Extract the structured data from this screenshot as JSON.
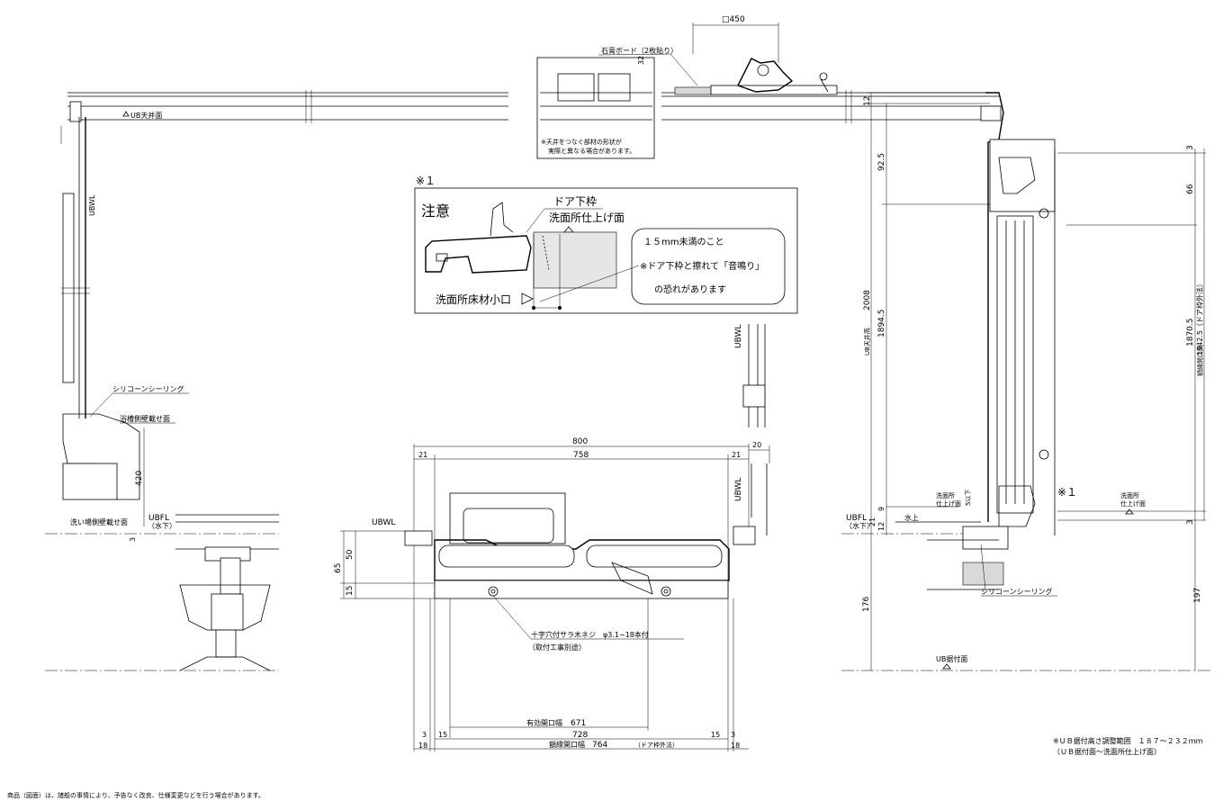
{
  "top_detail": {
    "size_label": "□450",
    "board_label": "石膏ボード（2枚貼り）",
    "dim_32": "32",
    "note": "※天井をつなぐ部材の形状が",
    "note2": "実際と異なる場合があります。"
  },
  "left_section": {
    "ub_ceiling": "UB天井面",
    "ubwl": "UBWL",
    "silicone": "シリコーンシーリング",
    "tub_surface": "浴槽側壁載せ面",
    "dim_420": "420",
    "ubfl": "UBFL",
    "mizushita": "（水下）",
    "wash_surface": "洗い場側壁載せ面",
    "dim_3": "3"
  },
  "caution_box": {
    "marker": "※１",
    "title": "注意",
    "door_frame": "ドア下枠",
    "wash_finish": "洗面所仕上げ面",
    "note1": "１５mm未満のこと",
    "note2": "※ドア下枠と擦れて「音鳴り」",
    "note3": "の恐れがあります",
    "floor_edge": "洗面所床材小口"
  },
  "plan_view": {
    "dim_800": "800",
    "dim_758": "758",
    "dim_21_left": "21",
    "dim_21_right": "21",
    "dim_20": "20",
    "ubwl_top": "UBWL",
    "ubwl_mid": "UBWL",
    "ubwl_left": "UBWL",
    "dim_65": "65",
    "dim_50": "50",
    "dim_15": "15",
    "screw_label": "十字穴付サラ木ネジ　φ3.1−18本付",
    "screw_note": "（取付工事別途）",
    "effective_label": "有効開口幅",
    "dim_671": "671",
    "dim_728": "728",
    "frame_label": "額縁開口幅",
    "dim_764": "764",
    "outer_label": "（ドア枠外法）",
    "dim_3_left": "3",
    "dim_15_left": "15",
    "dim_18_left": "18",
    "dim_15_right": "15",
    "dim_3_right": "3",
    "dim_18_right": "18"
  },
  "right_section": {
    "dim_12": "12",
    "dim_92_5": "92.5",
    "dim_2008": "2008",
    "ub_ceiling_label": "UB天井高",
    "dim_1894_5": "1894.5",
    "dim_3_top": "3",
    "dim_66": "66",
    "dim_1942_5": "1942.5（ドア枠外法）",
    "frame_height": "額縁開口高",
    "dim_1870_5": "1870.5",
    "marker": "※１",
    "wash_finish": "洗面所",
    "wash_finish2": "仕上げ面",
    "wash_finish_b": "洗面所",
    "wash_finish_b2": "仕上げ面",
    "dim_below_5": "5以下",
    "ubfl": "UBFL",
    "mizushita": "（水下）",
    "mizukami": "水上",
    "dim_9": "9",
    "dim_21": "21",
    "dim_12b": "12",
    "dim_3_bottom": "3",
    "silicone": "シリコーンシーリング",
    "dim_176": "176",
    "dim_197": "197",
    "ub_base": "UB据付面"
  },
  "footer": {
    "adjust_note": "※ＵＢ据付高さ調整範囲　１８７〜２３２ｍｍ",
    "adjust_note2": "（ＵＢ据付面〜洗面所仕上げ面）",
    "disclaimer": "商品（図面）は、諸般の事情により、予告なく改良、仕様変更などを行う場合があります。"
  }
}
